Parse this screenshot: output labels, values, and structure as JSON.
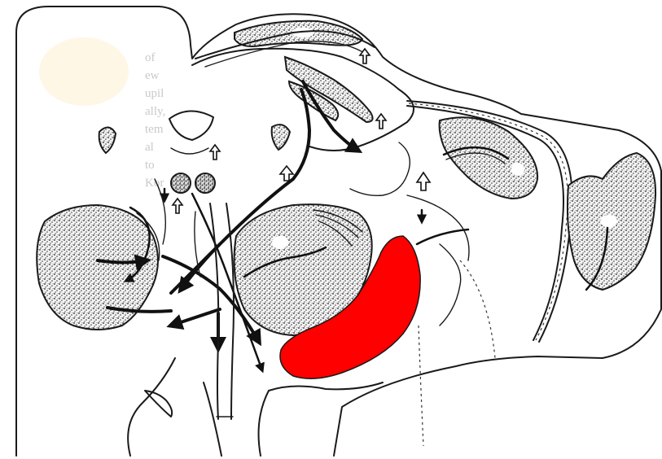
{
  "colors": {
    "highlight": "#ff0000",
    "ink": "#1a1a1a",
    "stipple": "#b9b9b9",
    "smudge": "#fff7e6"
  },
  "bleed_text": {
    "lines": [
      "of",
      "ew",
      "upil",
      "ally,",
      "tem",
      "al",
      "to",
      "Kor"
    ]
  },
  "highlighted_region": {
    "color": "#ff0000"
  }
}
